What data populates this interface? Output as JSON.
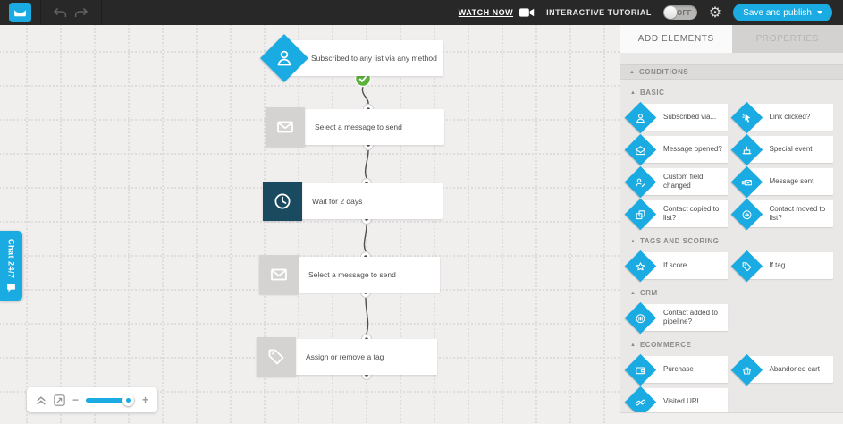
{
  "colors": {
    "accent": "#1aabe3",
    "dark_node": "#1a4a5f",
    "green_check": "#5cb23b",
    "topbar_bg": "#282828"
  },
  "topbar": {
    "watch_now_label": "WATCH NOW",
    "tutorial_label": "INTERACTIVE TUTORIAL",
    "toggle_state": "OFF",
    "save_button_label": "Save and publish"
  },
  "chat_tab": {
    "label": "Chat 24/7"
  },
  "workflow": {
    "nodes": [
      {
        "label": "Subscribed to any list via any method",
        "icon": "person-icon",
        "style": "diamond-blue",
        "status": "check"
      },
      {
        "label": "Select a message to send",
        "icon": "envelope-icon",
        "style": "square-gray"
      },
      {
        "label": "Wait for 2 days",
        "icon": "clock-icon",
        "style": "square-dark"
      },
      {
        "label": "Select a message to send",
        "icon": "envelope-icon",
        "style": "square-gray"
      },
      {
        "label": "Assign or remove a tag",
        "icon": "tag-icon",
        "style": "square-gray"
      }
    ]
  },
  "zoom_toolbar": {
    "minus": "−",
    "plus": "+",
    "slider_percent": 86
  },
  "sidebar": {
    "tabs": [
      {
        "label": "ADD ELEMENTS",
        "active": true
      },
      {
        "label": "PROPERTIES",
        "active": false
      }
    ],
    "section_header": "CONDITIONS",
    "groups": [
      {
        "title": "BASIC",
        "items": [
          {
            "label": "Subscribed via...",
            "icon": "person-icon"
          },
          {
            "label": "Link clicked?",
            "icon": "cursor-click-icon"
          },
          {
            "label": "Message opened?",
            "icon": "envelope-open-icon"
          },
          {
            "label": "Special event",
            "icon": "cake-icon"
          },
          {
            "label": "Custom field changed",
            "icon": "person-edit-icon"
          },
          {
            "label": "Message sent",
            "icon": "envelope-sent-icon"
          },
          {
            "label": "Contact copied to list?",
            "icon": "copy-icon"
          },
          {
            "label": "Contact moved to list?",
            "icon": "arrow-circle-icon"
          }
        ]
      },
      {
        "title": "TAGS AND SCORING",
        "items": [
          {
            "label": "If score...",
            "icon": "star-icon"
          },
          {
            "label": "If tag...",
            "icon": "tag-icon"
          }
        ]
      },
      {
        "title": "CRM",
        "items": [
          {
            "label": "Contact added to pipeline?",
            "icon": "pipeline-icon"
          }
        ]
      },
      {
        "title": "ECOMMERCE",
        "items": [
          {
            "label": "Purchase",
            "icon": "wallet-icon"
          },
          {
            "label": "Abandoned cart",
            "icon": "basket-icon"
          },
          {
            "label": "Visited URL",
            "icon": "link-icon"
          }
        ]
      }
    ]
  }
}
